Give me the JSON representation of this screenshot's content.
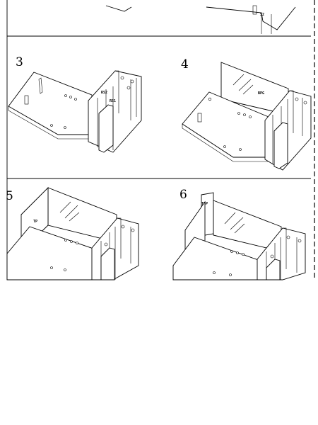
{
  "steps": [
    {
      "number": "3",
      "labels": [
        "RS2",
        "RS1"
      ]
    },
    {
      "number": "4",
      "labels": [
        "BPG"
      ]
    },
    {
      "number": "5",
      "labels": [
        "TP"
      ]
    },
    {
      "number": "6",
      "labels": [
        "TSP"
      ]
    }
  ],
  "top_fragment": {
    "labels": [
      "S2"
    ]
  }
}
